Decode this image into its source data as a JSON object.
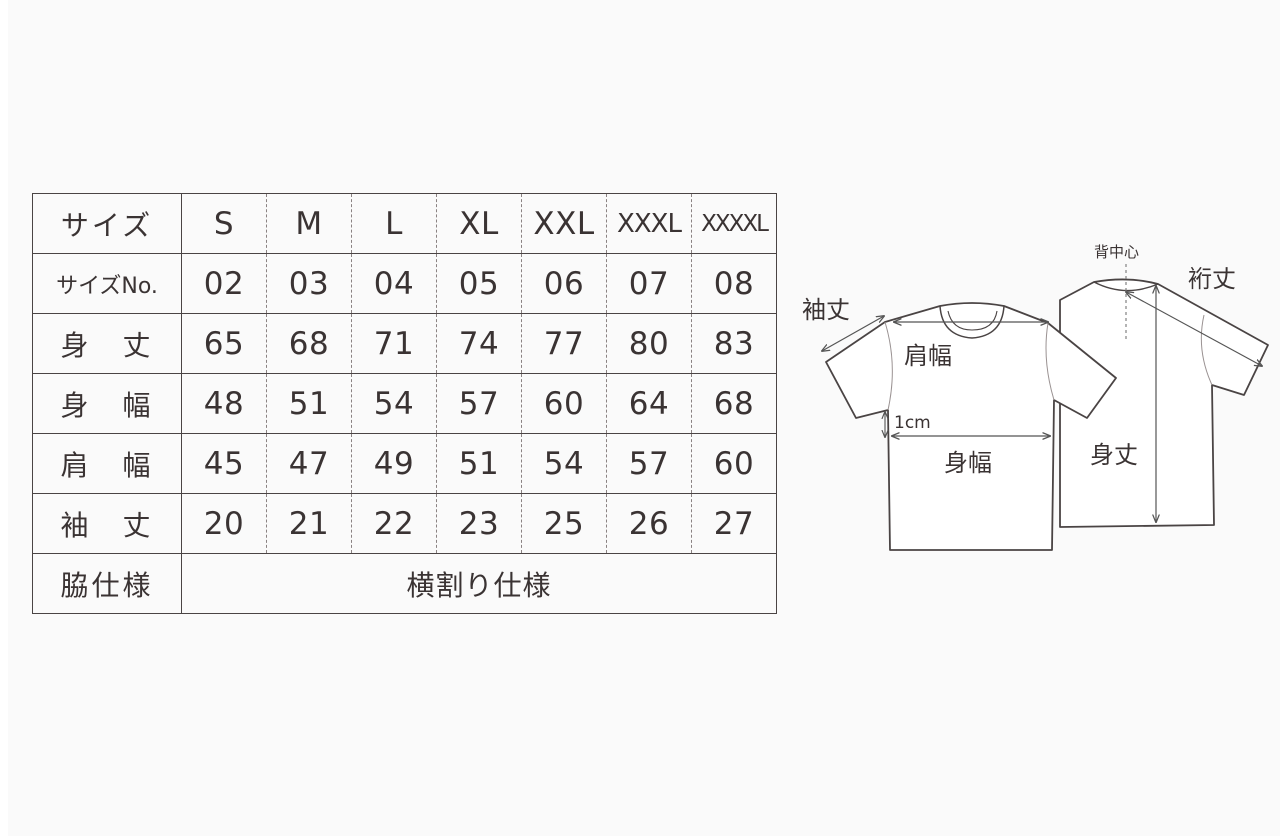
{
  "size_table": {
    "header": {
      "label": "サイズ",
      "sizes": [
        "S",
        "M",
        "L",
        "XL",
        "XXL",
        "XXXL",
        "XXXXL"
      ]
    },
    "rows": [
      {
        "label": "サイズNo.",
        "values": [
          "02",
          "03",
          "04",
          "05",
          "06",
          "07",
          "08"
        ]
      },
      {
        "label": "身　丈",
        "values": [
          "65",
          "68",
          "71",
          "74",
          "77",
          "80",
          "83"
        ]
      },
      {
        "label": "身　幅",
        "values": [
          "48",
          "51",
          "54",
          "57",
          "60",
          "64",
          "68"
        ]
      },
      {
        "label": "肩　幅",
        "values": [
          "45",
          "47",
          "49",
          "51",
          "54",
          "57",
          "60"
        ]
      },
      {
        "label": "袖　丈",
        "values": [
          "20",
          "21",
          "22",
          "23",
          "25",
          "26",
          "27"
        ]
      }
    ],
    "side_spec": {
      "label": "脇仕様",
      "value": "横割り仕様"
    }
  },
  "diagram": {
    "sleeve_length": "袖丈",
    "shoulder_width": "肩幅",
    "hem_offset": "1cm",
    "body_width": "身幅",
    "back_center": "背中心",
    "yuki_length": "裄丈",
    "body_length": "身丈"
  }
}
